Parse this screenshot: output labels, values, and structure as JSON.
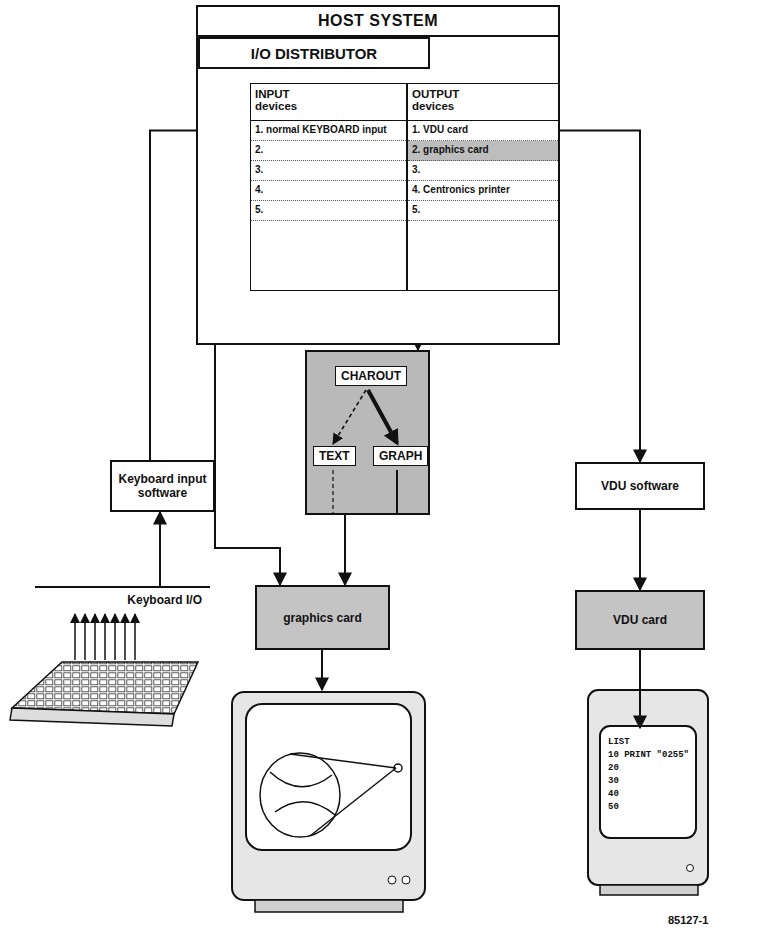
{
  "diagram": {
    "nodes": [
      {
        "text": [
          "HOST SYSTEM"
        ]
      },
      {
        "text": [
          "I/O DISTRIBUTOR"
        ],
        "in": 0
      },
      {
        "text": [
          "INPUT devices",
          "1. normal KEYBOARD input",
          "2.",
          "3.",
          "4.",
          "5."
        ],
        "in": 0
      },
      {
        "text": [
          "OUTPUT devices",
          "1. VDU card",
          "2. graphics card",
          "3.",
          "4. Centronics printer",
          "5."
        ],
        "in": 0
      },
      {
        "text": [
          "Keyboard input software"
        ]
      },
      {
        "text": [
          "CHAROUT",
          "TEXT",
          "GRAPH"
        ]
      },
      {
        "text": [
          "VDU software"
        ]
      },
      {
        "text": [
          "graphics card"
        ]
      },
      {
        "text": [
          "VDU card"
        ]
      },
      {
        "text": [
          "Keyboard I/O"
        ]
      },
      {
        "text": [
          "LIST",
          "10 PRINT \"0255\"",
          "20",
          "30",
          "40",
          "50"
        ]
      }
    ],
    "edges": [
      {
        "from": 9,
        "to": 4,
        "arrow": "to"
      },
      {
        "from": 4,
        "to": 2,
        "arrow": "to"
      },
      {
        "from": 3,
        "to": 5,
        "arrow": "to"
      },
      {
        "from": 3,
        "to": 6,
        "arrow": "to"
      },
      {
        "from": 6,
        "to": 8,
        "arrow": "to"
      },
      {
        "from": 5,
        "to": 7,
        "arrow": "to"
      },
      {
        "from": 8,
        "to": 10,
        "arrow": "to"
      },
      {
        "from": 0,
        "to": 7,
        "arrow": "to"
      }
    ],
    "labels": [
      "85127-1"
    ]
  }
}
